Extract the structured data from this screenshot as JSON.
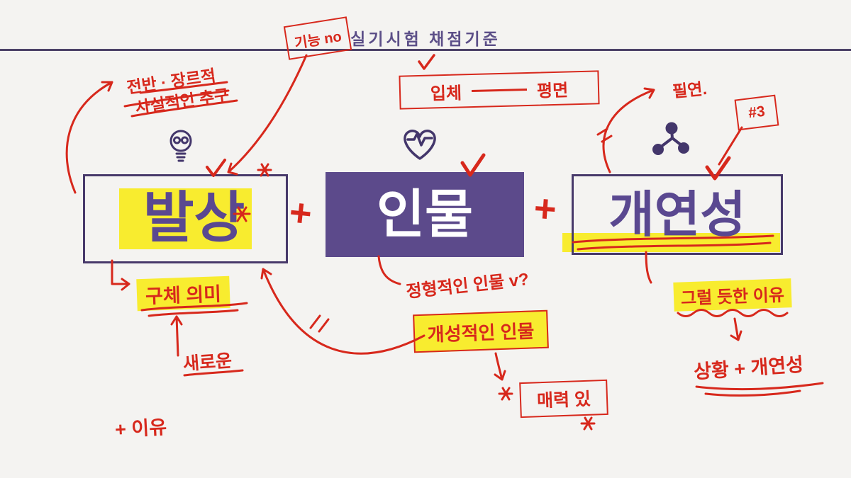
{
  "header": {
    "title": "실기시험 채점기준"
  },
  "nodes": {
    "idea": {
      "label": "발상",
      "icon": "lightbulb-icon"
    },
    "character": {
      "label": "인물",
      "icon": "heartbeat-icon"
    },
    "plausibility": {
      "label": "개연성",
      "icon": "molecule-icon"
    }
  },
  "operators": {
    "plus_left": "+",
    "plus_right": "+"
  },
  "annotations": {
    "function_no": "기능 no",
    "top_left_line1": "전반 · 장르적",
    "top_left_line2": "사실적인 추구",
    "solid_label": "입체",
    "flat_label": "평면",
    "inevitability": "필연.",
    "hash_three": "#3",
    "concrete_meaning": "구체 의미",
    "new_thing": "새로운",
    "plus_reason": "+ 이유",
    "typical_character": "정형적인 인물 v?",
    "unique_character": "개성적인 인물",
    "attractive": "매력 있",
    "plausible_reason": "그럴 듯한 이유",
    "situation_personality": "상황 + 개연성"
  },
  "colors": {
    "accent_purple": "#5c4a8b",
    "annotation_red": "#d7281c",
    "highlight_yellow": "#f8ec2f",
    "border_purple": "#47396a"
  }
}
